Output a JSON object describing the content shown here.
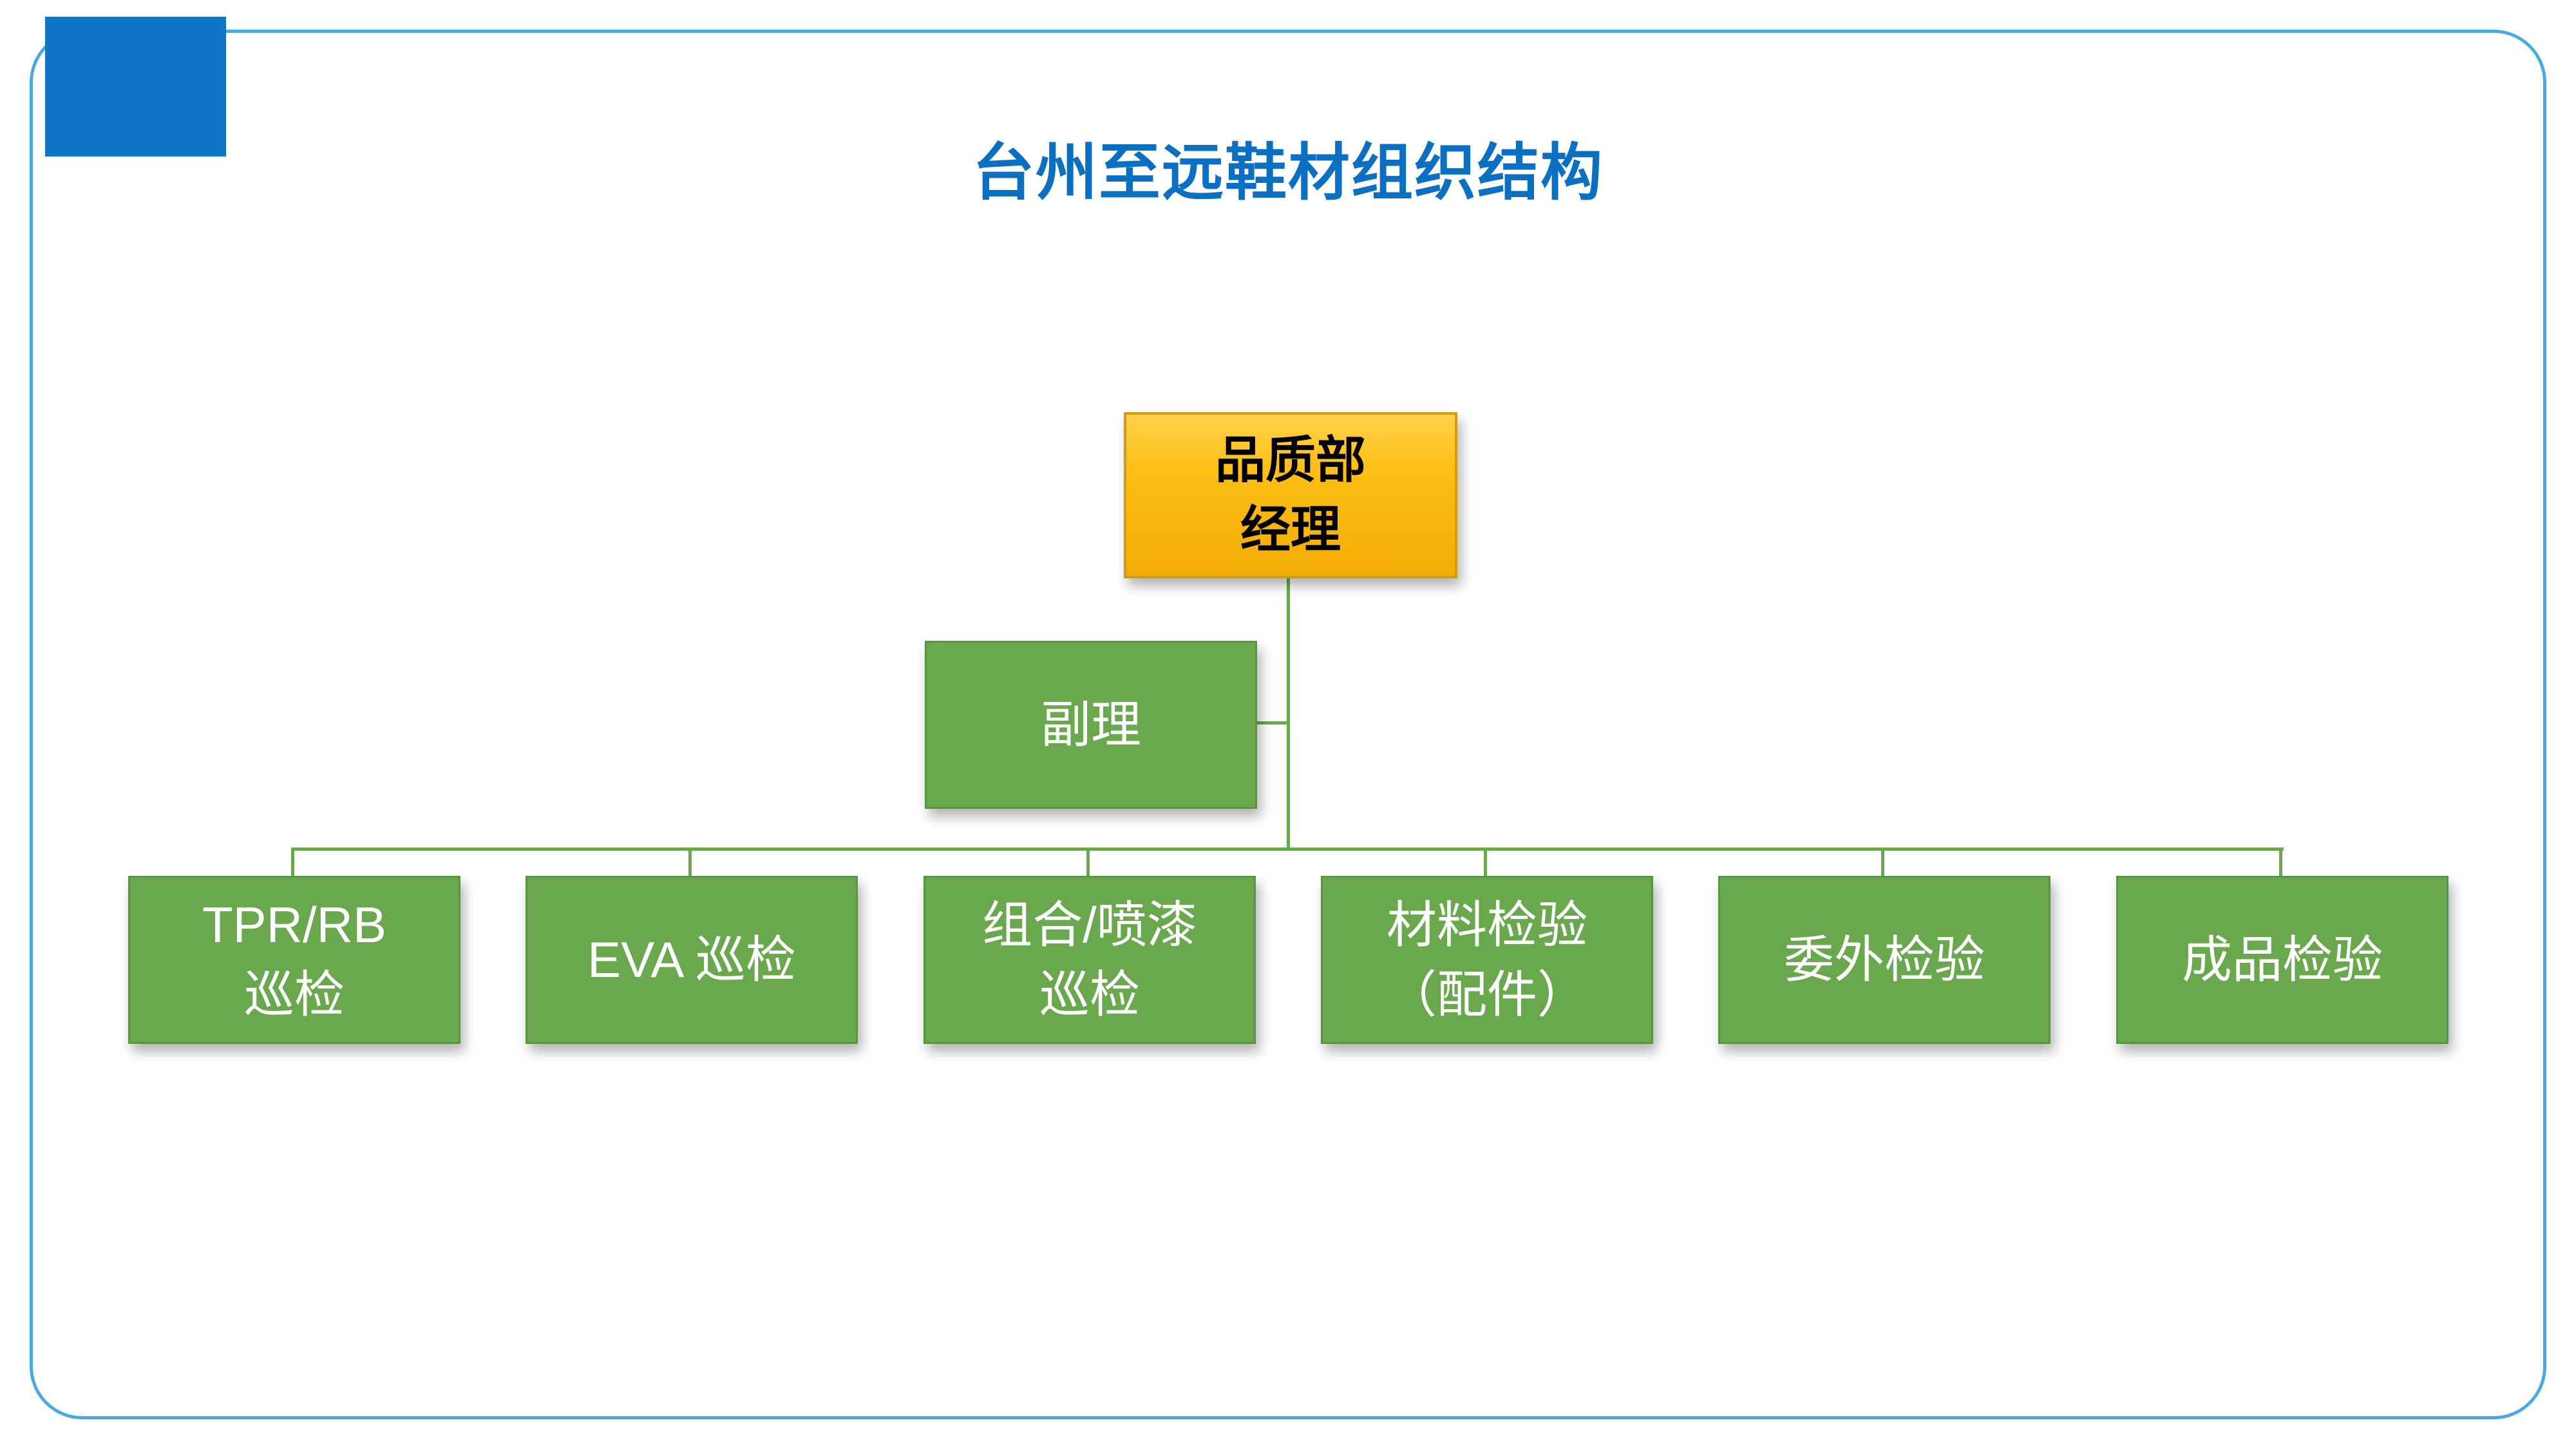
{
  "slide": {
    "title": "台州至远鞋材组织结构"
  },
  "org": {
    "root": {
      "line1": "品质部",
      "line2": "经理"
    },
    "deputy": {
      "label": "副理"
    },
    "teams": [
      {
        "line1": "TPR/RB",
        "line2": "巡检"
      },
      {
        "line1": "EVA 巡检",
        "line2": ""
      },
      {
        "line1": "组合/喷漆",
        "line2": "巡检"
      },
      {
        "line1": "材料检验",
        "line2": "（配件）"
      },
      {
        "line1": "委外检验",
        "line2": ""
      },
      {
        "line1": "成品检验",
        "line2": ""
      }
    ]
  },
  "colors": {
    "title_blue": "#0b6fc2",
    "corner_rect_blue": "#0e76c4",
    "frame_border_blue": "#4aa9e0",
    "node_green": "#6aa84e",
    "node_gold": "#fdbe15",
    "connector_green": "#6aa84e",
    "root_text": "#000000",
    "team_text": "#ffffff"
  }
}
